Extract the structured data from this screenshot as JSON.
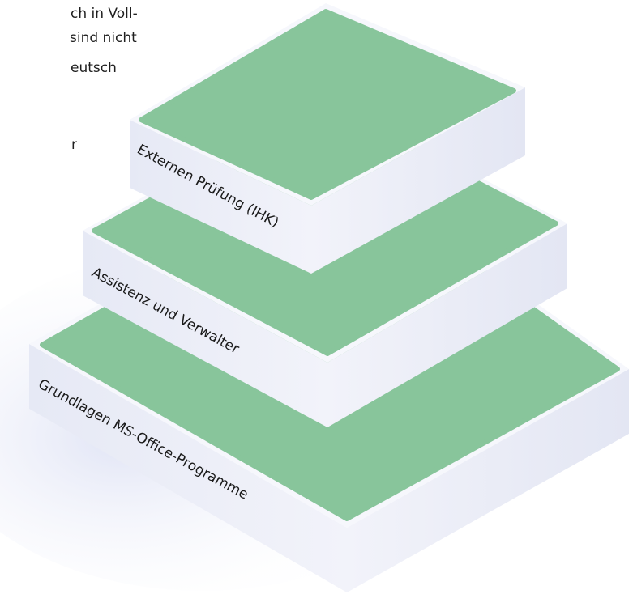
{
  "background_text": {
    "line1": "ch in Voll-",
    "line2": "sind nicht",
    "line3": "eutsch",
    "line4": "r"
  },
  "tiers": [
    {
      "label": "Grundlagen MS-Office-Programme"
    },
    {
      "label": "Assistenz und Verwalter"
    },
    {
      "label": "Externen Prüfung (IHK)"
    }
  ],
  "colors": {
    "top_face": "#88c59b",
    "side_face": "#eceef7",
    "side_shadow": "#dfe2ef",
    "background_glow": "#dde1f4"
  }
}
